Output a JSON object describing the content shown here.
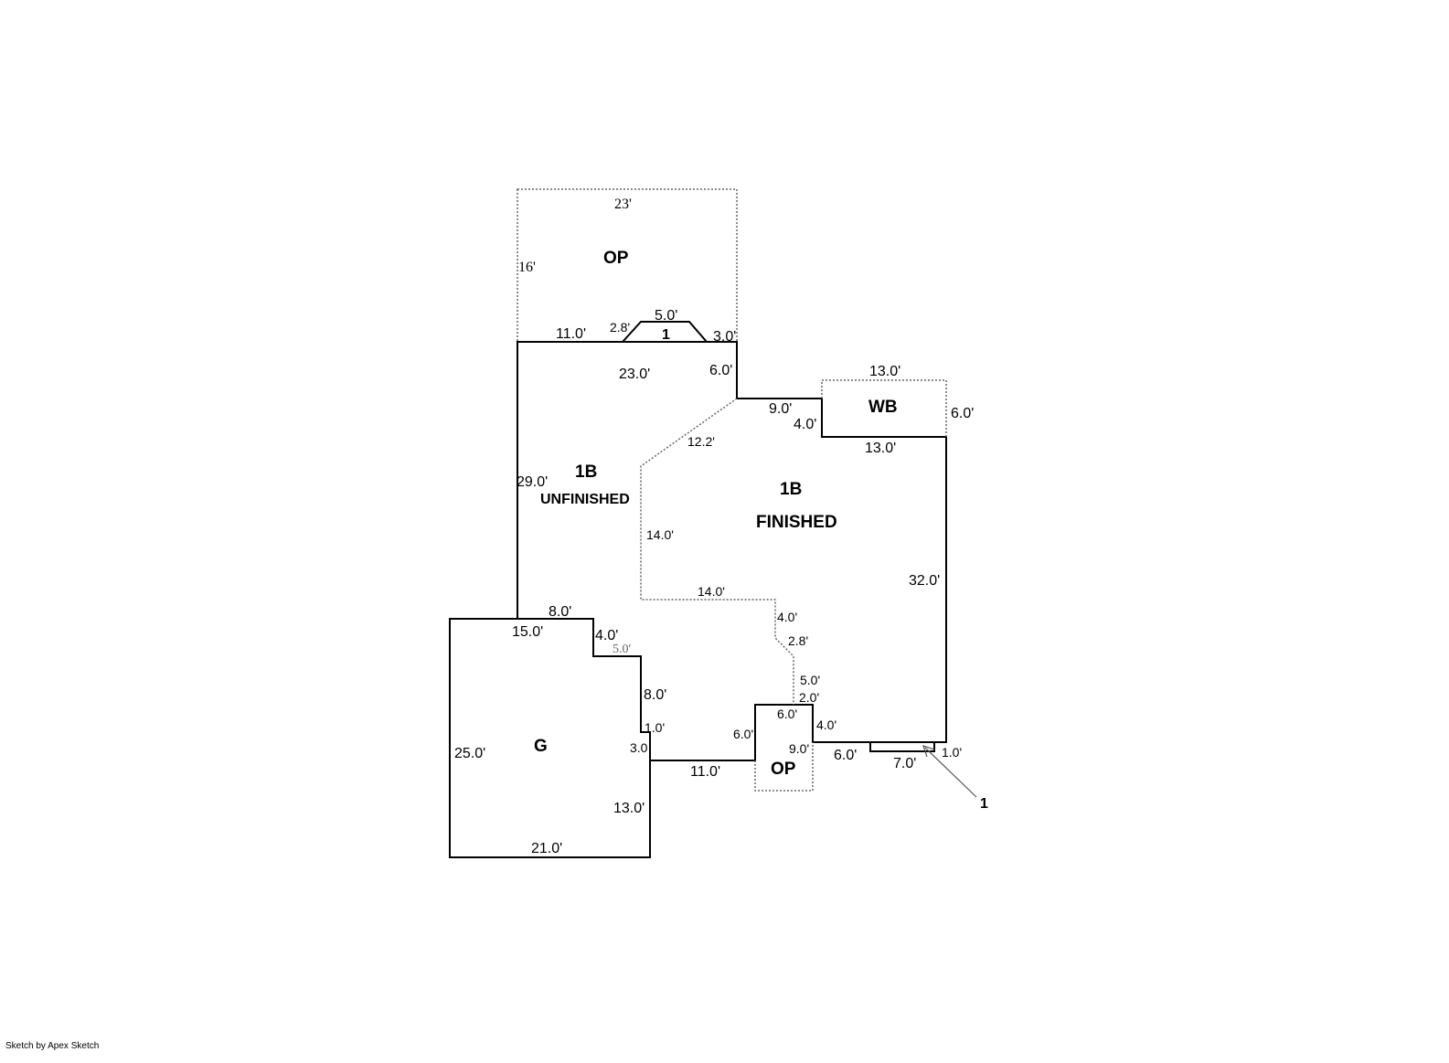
{
  "areas": {
    "op_top": "OP",
    "stoop": "1",
    "unfinished_code": "1B",
    "unfinished_label": "UNFINISHED",
    "finished_code": "1B",
    "finished_label": "FINISHED",
    "wb": "WB",
    "garage": "G",
    "op_bottom": "OP",
    "callout": "1"
  },
  "dims": {
    "op_top_w": "23'",
    "op_top_h": "16'",
    "top_left": "11.0'",
    "stoop_side": "2.8'",
    "stoop_top": "5.0'",
    "top_right": "3.0'",
    "main_top": "23.0'",
    "right_drop": "6.0'",
    "step_right": "9.0'",
    "wb_top": "13.0'",
    "wb_right": "6.0'",
    "wb_left": "4.0'",
    "wb_bottom": "13.0'",
    "diag": "12.2'",
    "left_wall": "29.0'",
    "div_vert": "14.0'",
    "div_horiz": "14.0'",
    "right_wall": "32.0'",
    "div_4": "4.0'",
    "div_28": "2.8'",
    "div_5": "5.0'",
    "div_2": "2.0'",
    "g_top_8": "8.0'",
    "g_top_15": "15.0'",
    "g_step_4": "4.0'",
    "g_step_5": "5.0'",
    "g_right_8": "8.0'",
    "g_1": "1.0'",
    "g_3": "3.0",
    "g_left": "25.0'",
    "g_right_13": "13.0'",
    "g_bottom": "21.0'",
    "mid_11": "11.0'",
    "op_left": "6.0'",
    "op_top_b": "6.0'",
    "op_right": "9.0'",
    "op_r4": "4.0'",
    "bot_6": "6.0'",
    "bot_7": "7.0'",
    "bot_1": "1.0'"
  },
  "footer": {
    "credit": "Sketch by Apex Sketch"
  }
}
